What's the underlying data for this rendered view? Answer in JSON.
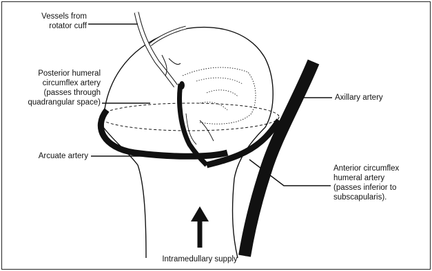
{
  "labels": {
    "vessels_rotator_cuff": [
      "Vessels from",
      "rotator cuff"
    ],
    "posterior_humeral": [
      "Posterior humeral",
      "circumflex artery",
      "(passes through",
      "quadrangular space)"
    ],
    "axillary_artery": [
      "Axillary artery"
    ],
    "arcuate_artery": [
      "Arcuate artery"
    ],
    "anterior_circumflex": [
      "Anterior circumflex",
      "humeral artery",
      "(passes inferior to",
      "subscapularis)."
    ],
    "intramedullary_supply": [
      "Intramedullary supply"
    ]
  },
  "colors": {
    "line": "#111111",
    "vessel_fill": "#ffffff",
    "background": "#ffffff"
  }
}
